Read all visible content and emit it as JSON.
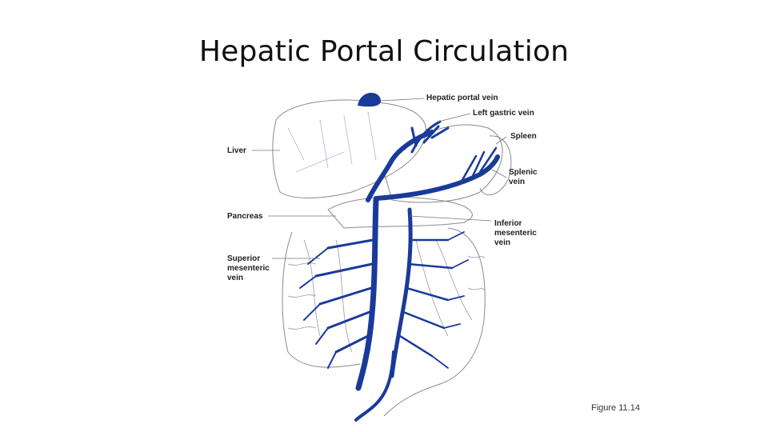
{
  "slide": {
    "title": "Hepatic Portal Circulation",
    "figure_caption": "Figure 11.14"
  },
  "diagram": {
    "vein_color": "#1a3a9a",
    "labels": {
      "hepatic_portal_vein": "Hepatic portal vein",
      "left_gastric_vein": "Left gastric vein",
      "spleen": "Spleen",
      "splenic_vein_1": "Splenic",
      "splenic_vein_2": "vein",
      "liver": "Liver",
      "pancreas": "Pancreas",
      "inferior_mesenteric_1": "Inferior",
      "inferior_mesenteric_2": "mesenteric",
      "inferior_mesenteric_3": "vein",
      "superior_mesenteric_1": "Superior",
      "superior_mesenteric_2": "mesenteric",
      "superior_mesenteric_3": "vein"
    }
  }
}
